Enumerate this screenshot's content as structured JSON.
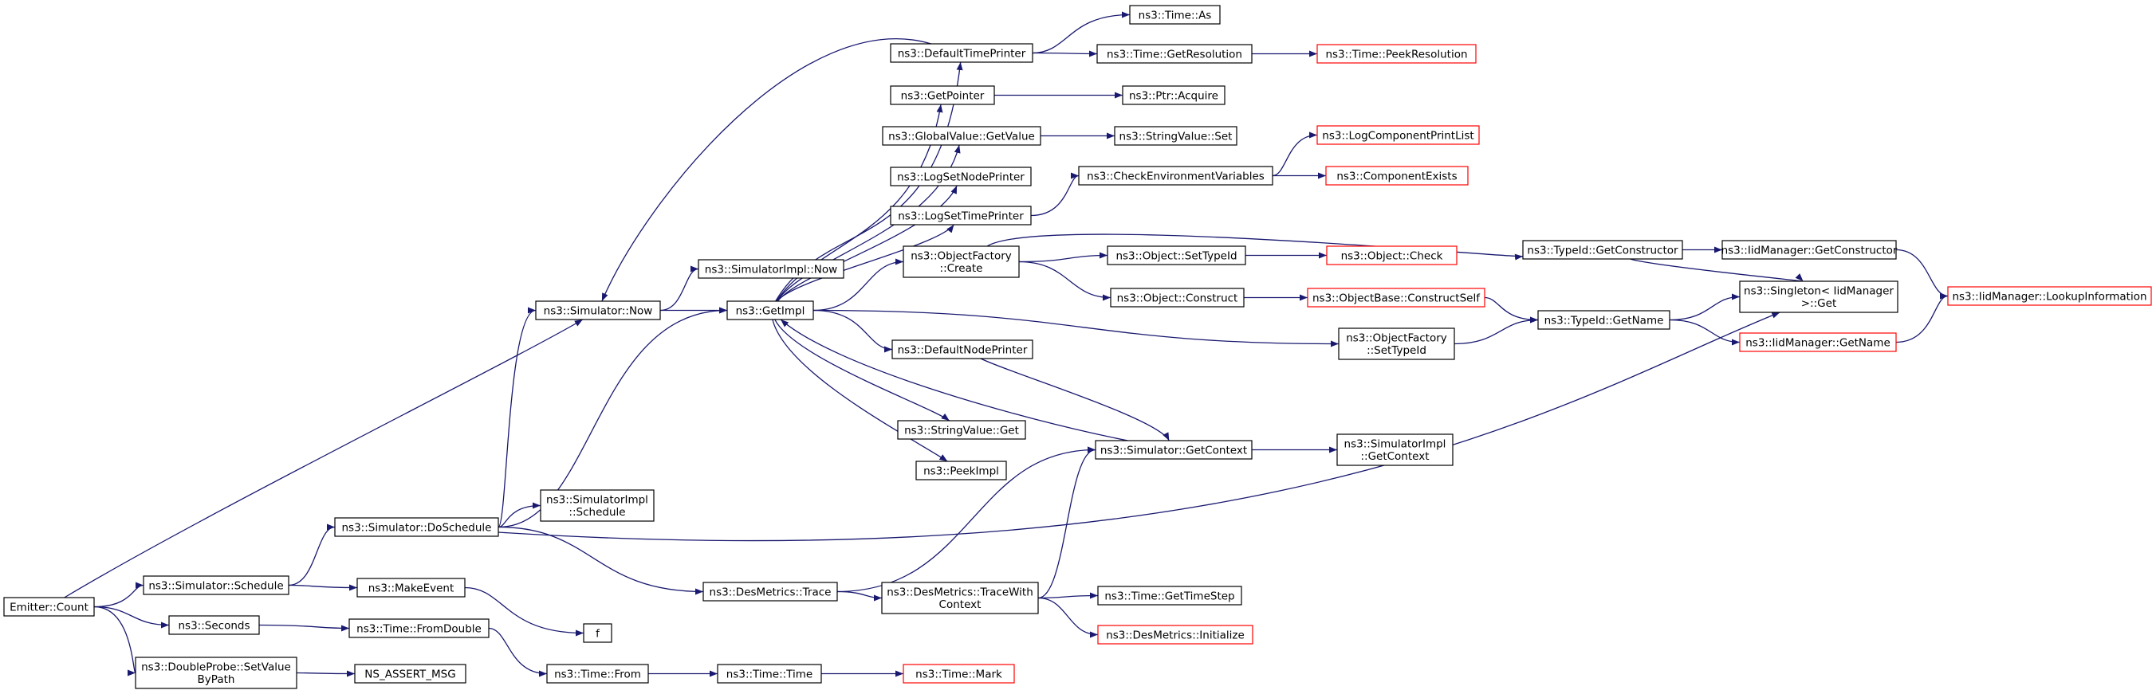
{
  "colors": {
    "edge": "#191970",
    "border_normal": "#000000",
    "border_truncated": "#ff0000",
    "fill_root": "#bfbfbf",
    "fill_normal": "#ffffff"
  },
  "nodes": [
    {
      "id": "emitter_count",
      "lines": [
        "Emitter::Count"
      ],
      "kind": "root"
    },
    {
      "id": "sim_schedule",
      "lines": [
        "ns3::Simulator::Schedule"
      ],
      "kind": "normal"
    },
    {
      "id": "seconds",
      "lines": [
        "ns3::Seconds"
      ],
      "kind": "normal"
    },
    {
      "id": "dp_setvalue",
      "lines": [
        "ns3::DoubleProbe::SetValue",
        "ByPath"
      ],
      "kind": "normal"
    },
    {
      "id": "ns_assert",
      "lines": [
        "NS_ASSERT_MSG"
      ],
      "kind": "normal"
    },
    {
      "id": "make_event",
      "lines": [
        "ns3::MakeEvent"
      ],
      "kind": "normal"
    },
    {
      "id": "time_fromdouble",
      "lines": [
        "ns3::Time::FromDouble"
      ],
      "kind": "normal"
    },
    {
      "id": "f",
      "lines": [
        "f"
      ],
      "kind": "normal"
    },
    {
      "id": "time_from",
      "lines": [
        "ns3::Time::From"
      ],
      "kind": "normal"
    },
    {
      "id": "time_time",
      "lines": [
        "ns3::Time::Time"
      ],
      "kind": "normal"
    },
    {
      "id": "time_mark",
      "lines": [
        "ns3::Time::Mark"
      ],
      "kind": "truncated"
    },
    {
      "id": "sim_doschedule",
      "lines": [
        "ns3::Simulator::DoSchedule"
      ],
      "kind": "normal"
    },
    {
      "id": "simimpl_schedule",
      "lines": [
        "ns3::SimulatorImpl",
        "::Schedule"
      ],
      "kind": "normal"
    },
    {
      "id": "sim_now",
      "lines": [
        "ns3::Simulator::Now"
      ],
      "kind": "normal"
    },
    {
      "id": "simimpl_now",
      "lines": [
        "ns3::SimulatorImpl::Now"
      ],
      "kind": "normal"
    },
    {
      "id": "getimpl",
      "lines": [
        "ns3::GetImpl"
      ],
      "kind": "normal"
    },
    {
      "id": "dm_trace",
      "lines": [
        "ns3::DesMetrics::Trace"
      ],
      "kind": "normal"
    },
    {
      "id": "dm_tracewith",
      "lines": [
        "ns3::DesMetrics::TraceWith",
        "Context"
      ],
      "kind": "normal"
    },
    {
      "id": "time_gettimestep",
      "lines": [
        "ns3::Time::GetTimeStep"
      ],
      "kind": "normal"
    },
    {
      "id": "dm_initialize",
      "lines": [
        "ns3::DesMetrics::Initialize"
      ],
      "kind": "truncated"
    },
    {
      "id": "default_time_printer",
      "lines": [
        "ns3::DefaultTimePrinter"
      ],
      "kind": "normal"
    },
    {
      "id": "time_as",
      "lines": [
        "ns3::Time::As"
      ],
      "kind": "normal"
    },
    {
      "id": "time_getresolution",
      "lines": [
        "ns3::Time::GetResolution"
      ],
      "kind": "normal"
    },
    {
      "id": "time_peekresolution",
      "lines": [
        "ns3::Time::PeekResolution"
      ],
      "kind": "truncated"
    },
    {
      "id": "getpointer",
      "lines": [
        "ns3::GetPointer"
      ],
      "kind": "normal"
    },
    {
      "id": "ptr_acquire",
      "lines": [
        "ns3::Ptr::Acquire"
      ],
      "kind": "normal"
    },
    {
      "id": "gv_getvalue",
      "lines": [
        "ns3::GlobalValue::GetValue"
      ],
      "kind": "normal"
    },
    {
      "id": "sv_set",
      "lines": [
        "ns3::StringValue::Set"
      ],
      "kind": "normal"
    },
    {
      "id": "log_set_node_printer",
      "lines": [
        "ns3::LogSetNodePrinter"
      ],
      "kind": "normal"
    },
    {
      "id": "log_set_time_printer",
      "lines": [
        "ns3::LogSetTimePrinter"
      ],
      "kind": "normal"
    },
    {
      "id": "check_env_vars",
      "lines": [
        "ns3::CheckEnvironmentVariables"
      ],
      "kind": "normal"
    },
    {
      "id": "log_component_print_list",
      "lines": [
        "ns3::LogComponentPrintList"
      ],
      "kind": "truncated"
    },
    {
      "id": "component_exists",
      "lines": [
        "ns3::ComponentExists"
      ],
      "kind": "truncated"
    },
    {
      "id": "of_create",
      "lines": [
        "ns3::ObjectFactory",
        "::Create"
      ],
      "kind": "normal"
    },
    {
      "id": "object_settypeid",
      "lines": [
        "ns3::Object::SetTypeId"
      ],
      "kind": "normal"
    },
    {
      "id": "object_check",
      "lines": [
        "ns3::Object::Check"
      ],
      "kind": "truncated"
    },
    {
      "id": "object_construct",
      "lines": [
        "ns3::Object::Construct"
      ],
      "kind": "normal"
    },
    {
      "id": "objectbase_constructself",
      "lines": [
        "ns3::ObjectBase::ConstructSelf"
      ],
      "kind": "truncated"
    },
    {
      "id": "typeid_getconstructor",
      "lines": [
        "ns3::TypeId::GetConstructor"
      ],
      "kind": "normal"
    },
    {
      "id": "iidmgr_getconstructor",
      "lines": [
        "ns3::IidManager::GetConstructor"
      ],
      "kind": "normal"
    },
    {
      "id": "iidmgr_lookupinfo",
      "lines": [
        "ns3::IidManager::LookupInformation"
      ],
      "kind": "truncated"
    },
    {
      "id": "singleton_get",
      "lines": [
        "ns3::Singleton< IidManager",
        " >::Get"
      ],
      "kind": "normal"
    },
    {
      "id": "typeid_getname",
      "lines": [
        "ns3::TypeId::GetName"
      ],
      "kind": "normal"
    },
    {
      "id": "iidmgr_getname",
      "lines": [
        "ns3::IidManager::GetName"
      ],
      "kind": "truncated"
    },
    {
      "id": "of_settypeid",
      "lines": [
        "ns3::ObjectFactory",
        "::SetTypeId"
      ],
      "kind": "normal"
    },
    {
      "id": "default_node_printer",
      "lines": [
        "ns3::DefaultNodePrinter"
      ],
      "kind": "normal"
    },
    {
      "id": "sv_get",
      "lines": [
        "ns3::StringValue::Get"
      ],
      "kind": "normal"
    },
    {
      "id": "peekimpl",
      "lines": [
        "ns3::PeekImpl"
      ],
      "kind": "normal"
    },
    {
      "id": "sim_getcontext",
      "lines": [
        "ns3::Simulator::GetContext"
      ],
      "kind": "normal"
    },
    {
      "id": "simimpl_getcontext",
      "lines": [
        "ns3::SimulatorImpl",
        "::GetContext"
      ],
      "kind": "normal"
    }
  ],
  "edges": [
    [
      "emitter_count",
      "sim_now"
    ],
    [
      "emitter_count",
      "sim_schedule"
    ],
    [
      "emitter_count",
      "seconds"
    ],
    [
      "emitter_count",
      "dp_setvalue"
    ],
    [
      "sim_schedule",
      "sim_doschedule"
    ],
    [
      "sim_schedule",
      "make_event"
    ],
    [
      "seconds",
      "time_fromdouble"
    ],
    [
      "dp_setvalue",
      "ns_assert"
    ],
    [
      "make_event",
      "f"
    ],
    [
      "time_fromdouble",
      "time_from"
    ],
    [
      "time_from",
      "time_time"
    ],
    [
      "time_time",
      "time_mark"
    ],
    [
      "sim_doschedule",
      "sim_now"
    ],
    [
      "sim_doschedule",
      "getimpl"
    ],
    [
      "sim_doschedule",
      "simimpl_schedule"
    ],
    [
      "sim_doschedule",
      "singleton_get"
    ],
    [
      "sim_doschedule",
      "dm_trace"
    ],
    [
      "sim_now",
      "simimpl_now"
    ],
    [
      "sim_now",
      "getimpl"
    ],
    [
      "dm_trace",
      "sim_getcontext"
    ],
    [
      "dm_trace",
      "dm_tracewith"
    ],
    [
      "dm_tracewith",
      "sim_getcontext"
    ],
    [
      "dm_tracewith",
      "time_gettimestep"
    ],
    [
      "dm_tracewith",
      "dm_initialize"
    ],
    [
      "default_time_printer",
      "sim_now"
    ],
    [
      "default_time_printer",
      "time_as"
    ],
    [
      "default_time_printer",
      "time_getresolution"
    ],
    [
      "time_getresolution",
      "time_peekresolution"
    ],
    [
      "getimpl",
      "default_time_printer"
    ],
    [
      "getimpl",
      "getpointer"
    ],
    [
      "getimpl",
      "gv_getvalue"
    ],
    [
      "getimpl",
      "log_set_node_printer"
    ],
    [
      "getimpl",
      "log_set_time_printer"
    ],
    [
      "getimpl",
      "of_create"
    ],
    [
      "getimpl",
      "of_settypeid"
    ],
    [
      "getimpl",
      "default_node_printer"
    ],
    [
      "getimpl",
      "sv_get"
    ],
    [
      "getimpl",
      "peekimpl"
    ],
    [
      "getpointer",
      "ptr_acquire"
    ],
    [
      "gv_getvalue",
      "sv_set"
    ],
    [
      "log_set_time_printer",
      "check_env_vars"
    ],
    [
      "check_env_vars",
      "log_component_print_list"
    ],
    [
      "check_env_vars",
      "component_exists"
    ],
    [
      "of_create",
      "typeid_getconstructor"
    ],
    [
      "of_create",
      "object_settypeid"
    ],
    [
      "of_create",
      "object_construct"
    ],
    [
      "object_settypeid",
      "object_check"
    ],
    [
      "object_construct",
      "objectbase_constructself"
    ],
    [
      "objectbase_constructself",
      "typeid_getname"
    ],
    [
      "typeid_getconstructor",
      "iidmgr_getconstructor"
    ],
    [
      "typeid_getconstructor",
      "singleton_get"
    ],
    [
      "iidmgr_getconstructor",
      "iidmgr_lookupinfo"
    ],
    [
      "typeid_getname",
      "singleton_get"
    ],
    [
      "typeid_getname",
      "iidmgr_getname"
    ],
    [
      "iidmgr_getname",
      "iidmgr_lookupinfo"
    ],
    [
      "of_settypeid",
      "typeid_getname"
    ],
    [
      "default_node_printer",
      "sim_getcontext"
    ],
    [
      "sim_getcontext",
      "getimpl"
    ],
    [
      "sim_getcontext",
      "simimpl_getcontext"
    ]
  ]
}
